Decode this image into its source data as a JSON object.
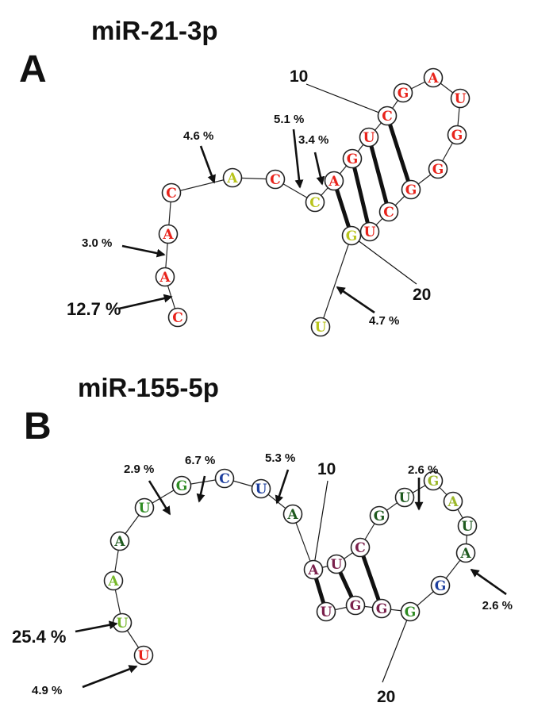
{
  "panels": [
    {
      "letter": "A",
      "title": "miR-21-3p",
      "colors": {
        "red": "#e8231b",
        "yellowgreen": "#b9c41b"
      },
      "bases": [
        {
          "letter": "C",
          "color": "red"
        },
        {
          "letter": "A",
          "color": "red"
        },
        {
          "letter": "A",
          "color": "red"
        },
        {
          "letter": "C",
          "color": "red"
        },
        {
          "letter": "A",
          "color": "yellowgreen"
        },
        {
          "letter": "C",
          "color": "red"
        },
        {
          "letter": "C",
          "color": "yellowgreen"
        },
        {
          "letter": "A",
          "color": "red"
        },
        {
          "letter": "G",
          "color": "red"
        },
        {
          "letter": "U",
          "color": "red"
        },
        {
          "letter": "C",
          "color": "red"
        },
        {
          "letter": "G",
          "color": "red"
        },
        {
          "letter": "A",
          "color": "red"
        },
        {
          "letter": "U",
          "color": "red"
        },
        {
          "letter": "G",
          "color": "red"
        },
        {
          "letter": "G",
          "color": "red"
        },
        {
          "letter": "G",
          "color": "red"
        },
        {
          "letter": "C",
          "color": "red"
        },
        {
          "letter": "U",
          "color": "red"
        },
        {
          "letter": "G",
          "color": "yellowgreen"
        },
        {
          "letter": "U",
          "color": "yellowgreen"
        }
      ],
      "pairs": [
        [
          7,
          19
        ],
        [
          8,
          18
        ],
        [
          9,
          17
        ],
        [
          10,
          16
        ]
      ],
      "position_labels": [
        {
          "text": "10",
          "base": 10
        },
        {
          "text": "20",
          "base": 19
        }
      ],
      "percentages": [
        {
          "text": "12.7 %",
          "big": true
        },
        {
          "text": "3.0 %",
          "big": false
        },
        {
          "text": "4.6 %",
          "big": false
        },
        {
          "text": "5.1 %",
          "big": false
        },
        {
          "text": "3.4 %",
          "big": false
        },
        {
          "text": "4.7 %",
          "big": false
        }
      ]
    },
    {
      "letter": "B",
      "title": "miR-155-5p",
      "colors": {
        "red": "#e8231b",
        "lightgreen": "#76b82a",
        "darkgreen": "#1f5a1f",
        "green": "#2e8b22",
        "blue": "#1e3f9e",
        "maroon": "#7a1f4b",
        "yellowgreen": "#9cb82a"
      },
      "bases": [
        {
          "letter": "U",
          "color": "red"
        },
        {
          "letter": "U",
          "color": "lightgreen"
        },
        {
          "letter": "A",
          "color": "lightgreen"
        },
        {
          "letter": "A",
          "color": "darkgreen"
        },
        {
          "letter": "U",
          "color": "green"
        },
        {
          "letter": "G",
          "color": "green"
        },
        {
          "letter": "C",
          "color": "blue"
        },
        {
          "letter": "U",
          "color": "blue"
        },
        {
          "letter": "A",
          "color": "darkgreen"
        },
        {
          "letter": "A",
          "color": "maroon"
        },
        {
          "letter": "U",
          "color": "maroon"
        },
        {
          "letter": "C",
          "color": "maroon"
        },
        {
          "letter": "G",
          "color": "darkgreen"
        },
        {
          "letter": "U",
          "color": "darkgreen"
        },
        {
          "letter": "G",
          "color": "yellowgreen"
        },
        {
          "letter": "A",
          "color": "yellowgreen"
        },
        {
          "letter": "U",
          "color": "darkgreen"
        },
        {
          "letter": "A",
          "color": "darkgreen"
        },
        {
          "letter": "G",
          "color": "blue"
        },
        {
          "letter": "G",
          "color": "green"
        },
        {
          "letter": "G",
          "color": "maroon"
        },
        {
          "letter": "G",
          "color": "maroon"
        },
        {
          "letter": "U",
          "color": "maroon"
        }
      ],
      "pairs": [
        [
          9,
          22
        ],
        [
          10,
          21
        ],
        [
          11,
          20
        ]
      ],
      "position_labels": [
        {
          "text": "10",
          "base": 9
        },
        {
          "text": "20",
          "base": 19
        }
      ],
      "percentages": [
        {
          "text": "25.4 %",
          "big": true
        },
        {
          "text": "4.9 %",
          "big": false
        },
        {
          "text": "2.9 %",
          "big": false
        },
        {
          "text": "6.7 %",
          "big": false
        },
        {
          "text": "5.3 %",
          "big": false
        },
        {
          "text": "2.6 %",
          "big": false
        },
        {
          "text": "2.6 %",
          "big": false
        }
      ]
    }
  ]
}
